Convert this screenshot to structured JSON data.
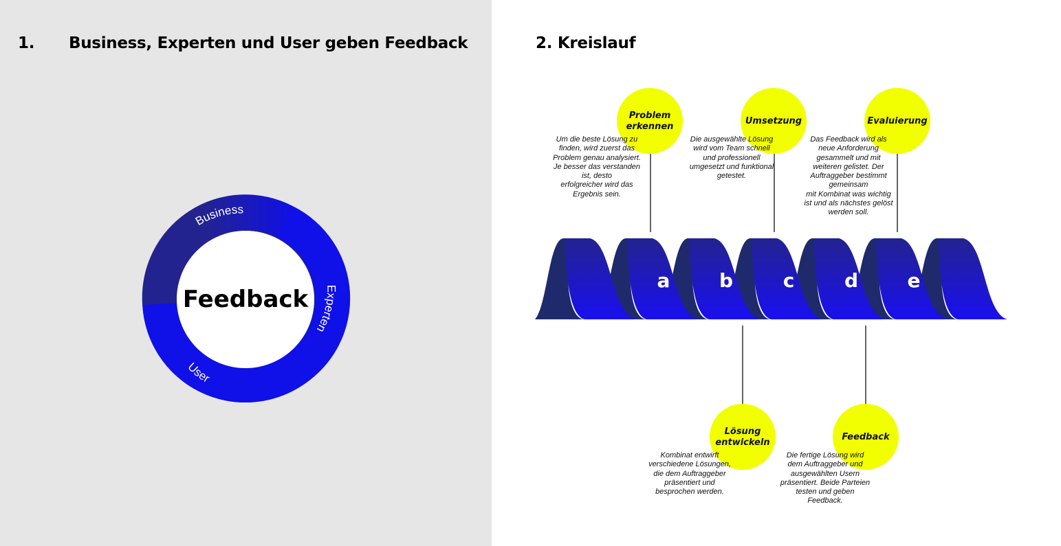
{
  "section_1": {
    "number": "1.",
    "title": "Business, Experten und User geben Feedback",
    "center_label": "Feedback",
    "segments": [
      {
        "label": "Business",
        "color": "#1010e8"
      },
      {
        "label": "Experten",
        "color": "#1010e8"
      },
      {
        "label": "User",
        "color": "#1010e8"
      }
    ],
    "ring_base_color": "#23238f"
  },
  "section_2": {
    "title": "2. Kreislauf",
    "letters": [
      "a",
      "b",
      "c",
      "d",
      "e"
    ],
    "spiral_colors": {
      "back": "#1e2a6b",
      "front": "#1a0ff0"
    },
    "bubble_color": "#f2ff00",
    "steps": [
      {
        "letter": "a",
        "title": [
          "Problem",
          "erkennen"
        ],
        "position": "top",
        "description": "Um die beste Lösung zu\nfinden, wird zuerst das\nProblem genau analysiert.\nJe besser das verstanden\nist, desto\nerfolgreicher wird das\nErgebnis sein."
      },
      {
        "letter": "b",
        "title": [
          "Lösung",
          "entwickeln"
        ],
        "position": "bottom",
        "description": "Kombinat entwirft\nverschiedene Lösungen,\ndie dem Auftraggeber\npräsentiert und\nbesprochen werden."
      },
      {
        "letter": "c",
        "title": [
          "Umsetzung"
        ],
        "position": "top",
        "description": "Die ausgewählte Lösung\nwird vom Team schnell\nund professionell\numgesetzt und funktional\ngetestet."
      },
      {
        "letter": "d",
        "title": [
          "Feedback"
        ],
        "position": "bottom",
        "description": "Die fertige Lösung wird\ndem Auftraggeber und\nausgewählten Usern\npräsentiert. Beide Parteien\ntesten und geben\nFeedback."
      },
      {
        "letter": "e",
        "title": [
          "Evaluierung"
        ],
        "position": "top",
        "description": "Das Feedback wird als\nneue Anforderung\ngesammelt und mit\nweiteren gelistet. Der\nAuftraggeber bestimmt\ngemeinsam\nmit Kombinat was wichtig\nist und als nächstes gelöst\nwerden soll."
      }
    ]
  }
}
